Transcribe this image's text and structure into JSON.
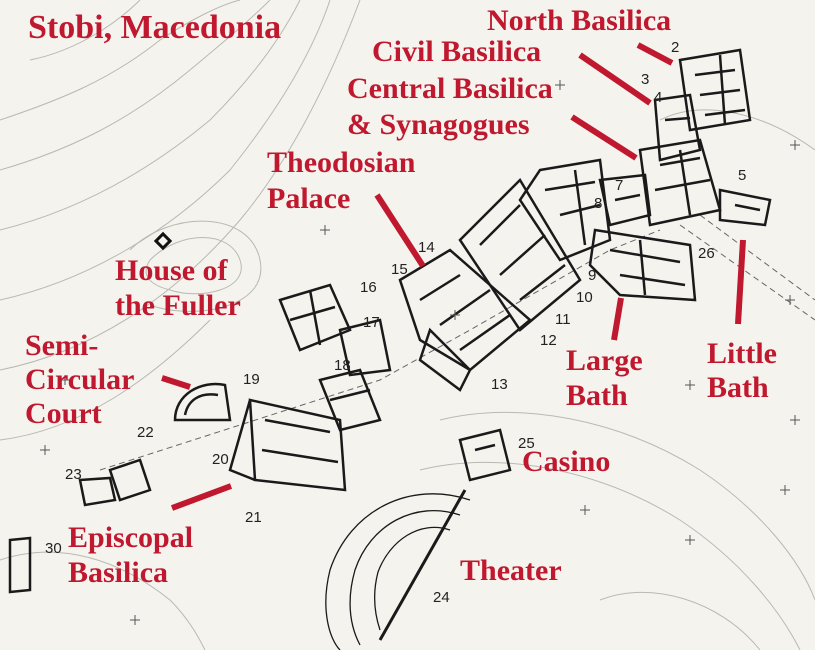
{
  "map": {
    "title": "Stobi, Macedonia",
    "label_color": "#c0182e",
    "labels": {
      "north_basilica": "North Basilica",
      "civil_basilica": "Civil Basilica",
      "central_basilica": [
        "Central Basilica",
        "& Synagogues"
      ],
      "theodosian_palace": [
        "Theodosian",
        "Palace"
      ],
      "house_fuller": [
        "House of",
        "the Fuller"
      ],
      "semi_circular": [
        "Semi-",
        "Circular",
        "Court"
      ],
      "large_bath": [
        "Large",
        "Bath"
      ],
      "little_bath": [
        "Little",
        "Bath"
      ],
      "casino": "Casino",
      "episcopal_basilica": [
        "Episcopal",
        "Basilica"
      ],
      "theater": "Theater"
    },
    "site_numbers": [
      "2",
      "3",
      "4",
      "5",
      "7",
      "8",
      "9",
      "10",
      "11",
      "12",
      "13",
      "14",
      "15",
      "16",
      "17",
      "18",
      "19",
      "20",
      "21",
      "22",
      "23",
      "24",
      "25",
      "26",
      "30"
    ]
  }
}
